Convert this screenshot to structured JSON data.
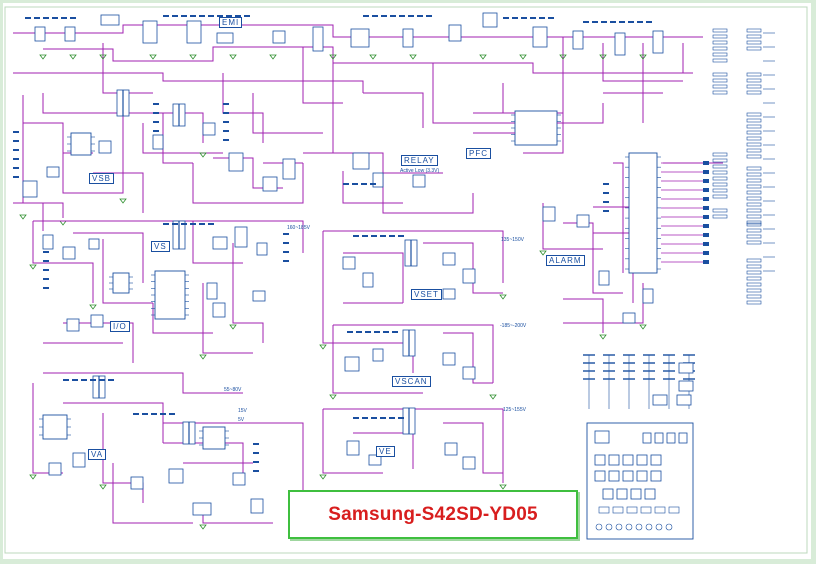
{
  "diagram": {
    "title": "Samsung-S42SD-YD05",
    "blocks": [
      {
        "id": "emi",
        "label": "EMI"
      },
      {
        "id": "vsb",
        "label": "VSB"
      },
      {
        "id": "relay",
        "label": "RELAY"
      },
      {
        "id": "relay_note",
        "label": "Active Low (3.3V)"
      },
      {
        "id": "pfc",
        "label": "PFC"
      },
      {
        "id": "vs",
        "label": "VS"
      },
      {
        "id": "alarm",
        "label": "ALARM"
      },
      {
        "id": "vset",
        "label": "VSET"
      },
      {
        "id": "vscan",
        "label": "VSCAN"
      },
      {
        "id": "va",
        "label": "VA"
      },
      {
        "id": "ve",
        "label": "VE"
      },
      {
        "id": "io",
        "label": "I/O"
      }
    ],
    "rails": [
      {
        "id": "r1",
        "label": "160~185V"
      },
      {
        "id": "r2",
        "label": "135~150V"
      },
      {
        "id": "r3",
        "label": "-185~-200V"
      },
      {
        "id": "r4",
        "label": "55~80V"
      },
      {
        "id": "r5",
        "label": "15V"
      },
      {
        "id": "r6",
        "label": "5V"
      },
      {
        "id": "r7",
        "label": "125~155V"
      }
    ],
    "colors": {
      "wire": "#a020b0",
      "component": "#1a4fa0",
      "ground": "#2e8f2e",
      "title": "#d81e1e",
      "title_border": "#3fbf3f"
    }
  }
}
